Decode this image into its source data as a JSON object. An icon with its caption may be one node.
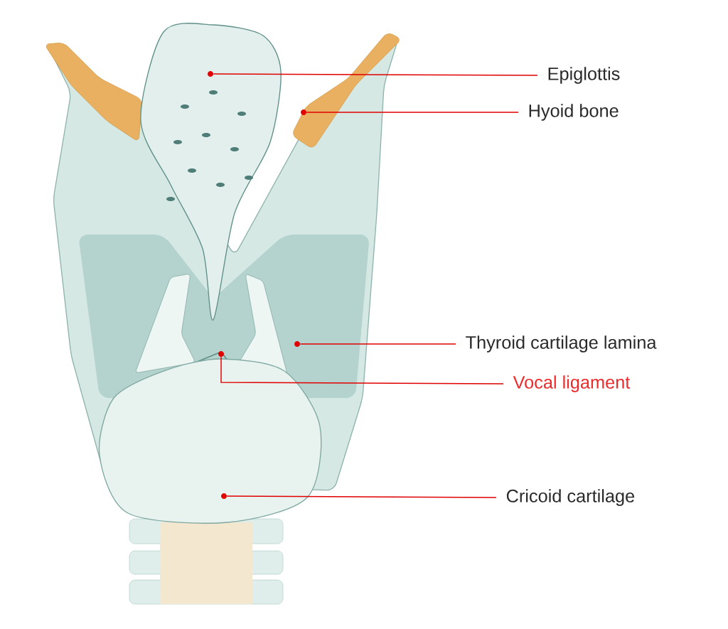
{
  "diagram": {
    "nodes": [
      {
        "text": [
          "Epiglottis"
        ]
      },
      {
        "text": [
          "Hyoid bone"
        ]
      },
      {
        "text": [
          "Thyroid cartilage lamina"
        ]
      },
      {
        "text": [
          "Vocal ligament"
        ]
      },
      {
        "text": [
          "Cricoid cartilage"
        ]
      },
      {
        "text": [],
        "shape": "circle"
      },
      {
        "text": [],
        "shape": "circle"
      },
      {
        "text": [],
        "shape": "circle"
      },
      {
        "text": [],
        "shape": "circle"
      },
      {
        "text": [],
        "shape": "circle"
      }
    ],
    "edges": [
      {
        "from": 0,
        "to": 5,
        "arrow": "none"
      },
      {
        "from": 1,
        "to": 6,
        "arrow": "none"
      },
      {
        "from": 2,
        "to": 7,
        "arrow": "none"
      },
      {
        "from": 3,
        "to": 8,
        "arrow": "none"
      },
      {
        "from": 4,
        "to": 9,
        "arrow": "none"
      }
    ]
  }
}
